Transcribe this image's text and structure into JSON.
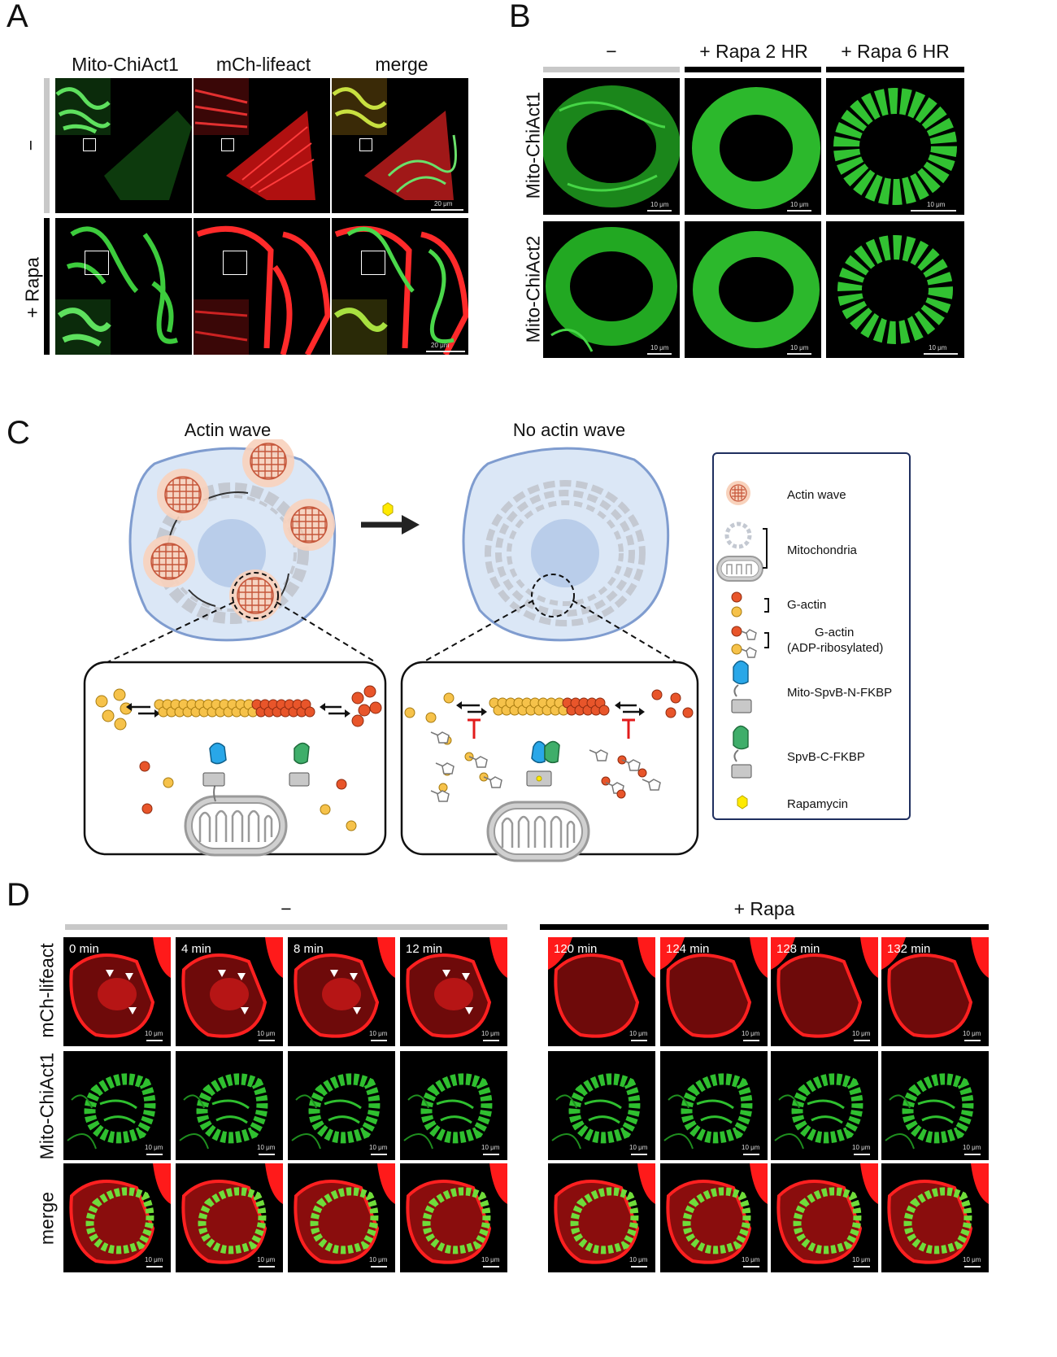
{
  "panels": {
    "a": {
      "letter": "A",
      "columns": [
        "Mito-ChiAct1",
        "mCh-lifeact",
        "merge"
      ],
      "rows": [
        "−",
        "+ Rapa"
      ],
      "scalebars": [
        "20 μm",
        "20 μm"
      ]
    },
    "b": {
      "letter": "B",
      "columns": [
        "−",
        "+ Rapa 2 HR",
        "+ Rapa 6 HR"
      ],
      "rows": [
        "Mito-ChiAct1",
        "Mito-ChiAct2"
      ],
      "scalebar": "10 μm"
    },
    "c": {
      "letter": "C",
      "left_title": "Actin wave",
      "right_title": "No actin wave",
      "legend": {
        "actin_wave": "Actin wave",
        "mitochondria": "Mitochondria",
        "g_actin": "G-actin",
        "g_actin_adp_1": "G-actin",
        "g_actin_adp_2": "(ADP-ribosylated)",
        "spvb_n": "Mito-SpvB-N-FKBP",
        "spvb_c": "SpvB-C-FKBP",
        "rapamycin": "Rapamycin"
      },
      "colors": {
        "cell": "#dbe7f6",
        "cell_border": "#7f9ccf",
        "nucleus": "#b9cdea",
        "g_actin_orange": "#e8552a",
        "g_actin_yellow": "#f6c24a",
        "spvb_n": "#29a7e8",
        "spvb_c": "#3fae6a",
        "rapamycin": "#ffea00",
        "inhibit": "#e21b1b"
      }
    },
    "d": {
      "letter": "D",
      "left_header": "−",
      "right_header": "+ Rapa",
      "rows": [
        "mCh-lifeact",
        "Mito-ChiAct1",
        "merge"
      ],
      "times_left": [
        "0 min",
        "4 min",
        "8 min",
        "12 min"
      ],
      "times_right": [
        "120 min",
        "124 min",
        "128 min",
        "132 min"
      ],
      "scalebar_left": "10 μm",
      "scalebar_right": "10 μm"
    }
  }
}
